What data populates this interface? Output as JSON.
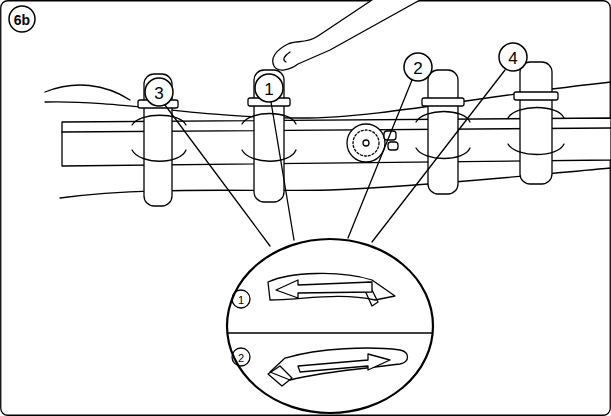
{
  "diagram": {
    "labels": [
      "6b",
      "3",
      "1",
      "2",
      "4",
      "1",
      "2"
    ]
  }
}
